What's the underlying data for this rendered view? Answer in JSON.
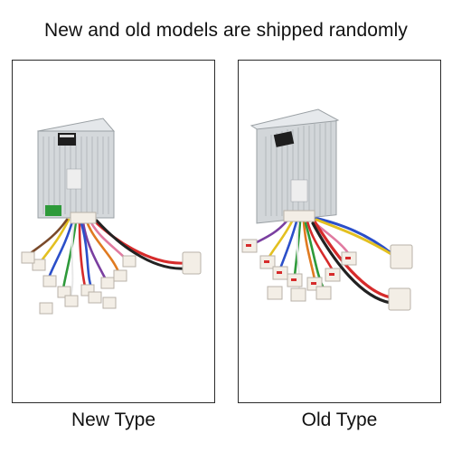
{
  "headline": "New and old models are shipped randomly",
  "panels": [
    {
      "caption": "New Type"
    },
    {
      "caption": "Old Type"
    }
  ],
  "colors": {
    "housing": "#cfd3d6",
    "housing_dark": "#9aa0a4",
    "connector": "#f3eee6",
    "wire_red": "#d62b2b",
    "wire_black": "#222222",
    "wire_blue": "#2b4fc9",
    "wire_yellow": "#e3c020",
    "wire_green": "#2e9a3a",
    "wire_white": "#e8e8e8",
    "wire_purple": "#7a3fa0",
    "wire_orange": "#e07a20",
    "wire_brown": "#7a4a2a",
    "wire_pink": "#e07aa0"
  }
}
